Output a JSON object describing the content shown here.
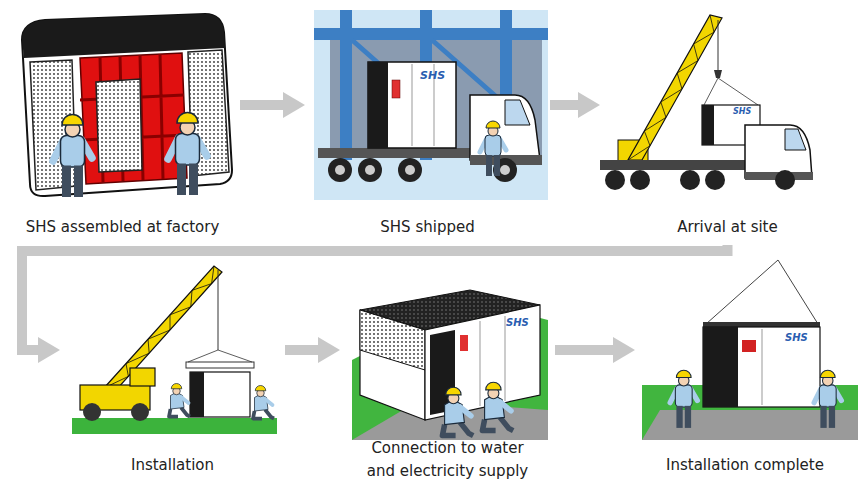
{
  "diagram": {
    "nodes": [
      {
        "text": [
          "SHS assembled at factory"
        ]
      },
      {
        "text": [
          "SHS shipped"
        ]
      },
      {
        "text": [
          "Arrival at site"
        ]
      },
      {
        "text": [
          "Installation"
        ]
      },
      {
        "text": [
          "Connection to water and electricity supply"
        ]
      },
      {
        "text": [
          "Installation complete"
        ]
      }
    ],
    "edges": [
      {
        "from": 0,
        "to": 1,
        "arrow": "to"
      },
      {
        "from": 1,
        "to": 2,
        "arrow": "to"
      },
      {
        "from": 2,
        "to": 3,
        "arrow": "to"
      },
      {
        "from": 3,
        "to": 4,
        "arrow": "to"
      },
      {
        "from": 4,
        "to": 5,
        "arrow": "to"
      }
    ],
    "labels": [
      "SHS",
      "SHS",
      "SHS",
      "SHS"
    ]
  }
}
